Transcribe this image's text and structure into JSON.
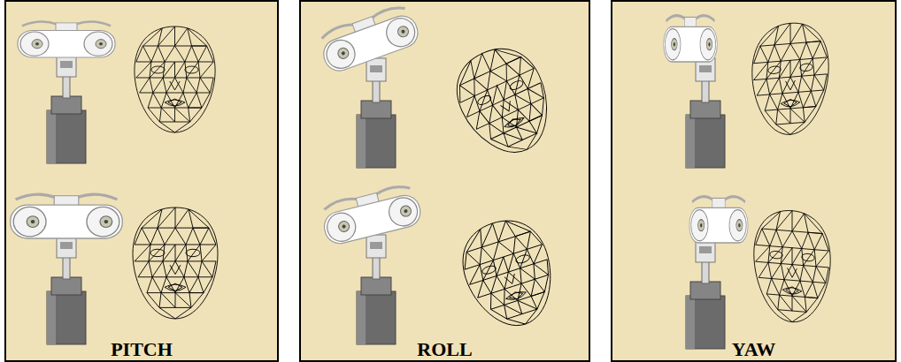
{
  "diagram": {
    "nodes": [
      {
        "text": [
          "PITCH"
        ]
      },
      {
        "text": [
          "ROLL"
        ]
      },
      {
        "text": [
          "YAW"
        ]
      }
    ]
  }
}
